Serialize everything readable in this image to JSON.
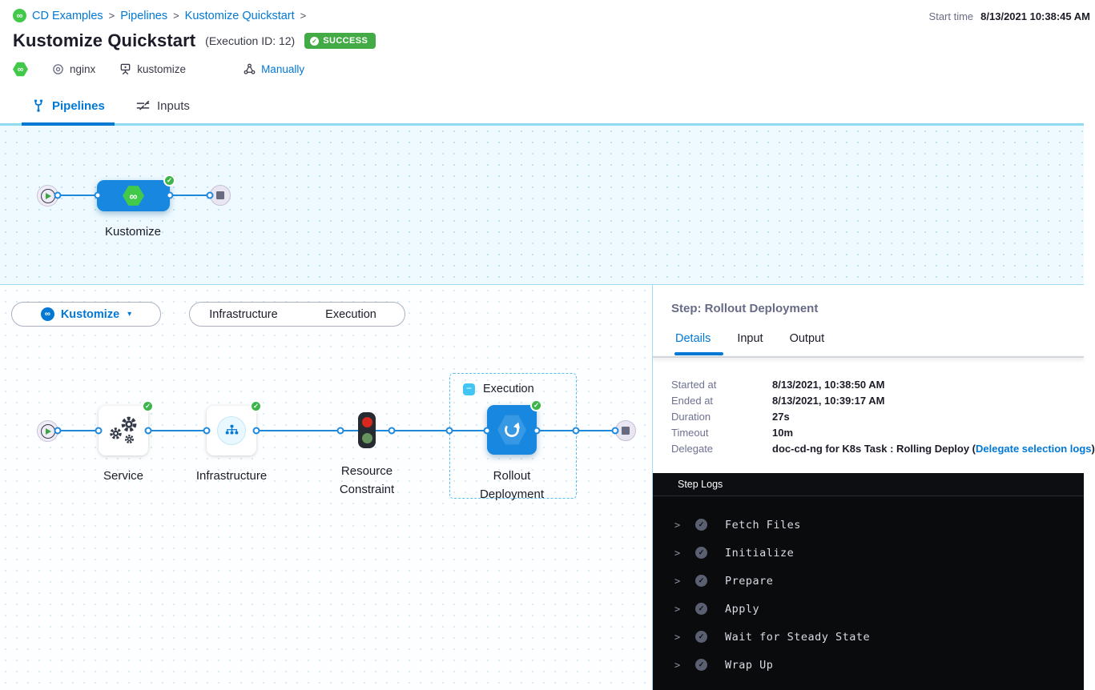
{
  "colors": {
    "accent_blue": "#0278d5",
    "node_blue": "#1787e0",
    "success_green": "#42ab45",
    "harness_green": "#42c94a",
    "canvas_blue_bg": "#eefaff",
    "logs_bg": "#0a0b0d"
  },
  "icons": {
    "harness-cd-logo": "green circle/hexagon with white infinity",
    "service-icon": "concentric circles",
    "environment-icon": "monitor on stand",
    "trigger-icon": "three linked nodes",
    "pipelines-tab-icon": "pipeline fork",
    "inputs-tab-icon": "input sliders",
    "play-icon": "green triangle in ring",
    "stop-icon": "gray square",
    "gear-icon": "gear cluster",
    "hierarchy-icon": "org chart",
    "traffic-light-icon": "red/green traffic light",
    "refresh-icon": "white circular arrow",
    "check-icon": "checkmark in circle",
    "collapse-icon": "minus in blue square",
    "chevron-right-icon": ">",
    "caret-down-icon": "▾"
  },
  "breadcrumb": {
    "separator": ">",
    "items": [
      "CD Examples",
      "Pipelines",
      "Kustomize Quickstart"
    ]
  },
  "header": {
    "title": "Kustomize Quickstart",
    "execution_id": "(Execution ID: 12)",
    "status": "SUCCESS",
    "service_name": "nginx",
    "environment_name": "kustomize",
    "trigger_type": "Manually",
    "start_time_label": "Start time",
    "start_time_value": "8/13/2021 10:38:45 AM"
  },
  "tabs": {
    "pipelines": "Pipelines",
    "inputs": "Inputs"
  },
  "stage_graph": {
    "stage_name": "Kustomize"
  },
  "execution": {
    "stage_selector": "Kustomize",
    "view_toggle": {
      "infrastructure": "Infrastructure",
      "execution": "Execution"
    },
    "group_label": "Execution",
    "nodes": {
      "service": "Service",
      "infrastructure": "Infrastructure",
      "resource_constraint": "Resource Constraint",
      "rollout": "Rollout Deployment"
    }
  },
  "step_panel": {
    "title": "Step: Rollout Deployment",
    "tabs": {
      "details": "Details",
      "input": "Input",
      "output": "Output"
    },
    "details": {
      "rows": [
        {
          "label": "Started at",
          "value": "8/13/2021, 10:38:50 AM"
        },
        {
          "label": "Ended at",
          "value": "8/13/2021, 10:39:17 AM"
        },
        {
          "label": "Duration",
          "value": "27s"
        },
        {
          "label": "Timeout",
          "value": "10m"
        }
      ],
      "delegate_label": "Delegate",
      "delegate_value_prefix": "doc-cd-ng for K8s Task : Rolling Deploy (",
      "delegate_link": "Delegate selection logs",
      "delegate_value_suffix": ")"
    }
  },
  "step_logs": {
    "title": "Step Logs",
    "sections": [
      "Fetch Files",
      "Initialize",
      "Prepare",
      "Apply",
      "Wait for Steady State",
      "Wrap Up"
    ]
  }
}
